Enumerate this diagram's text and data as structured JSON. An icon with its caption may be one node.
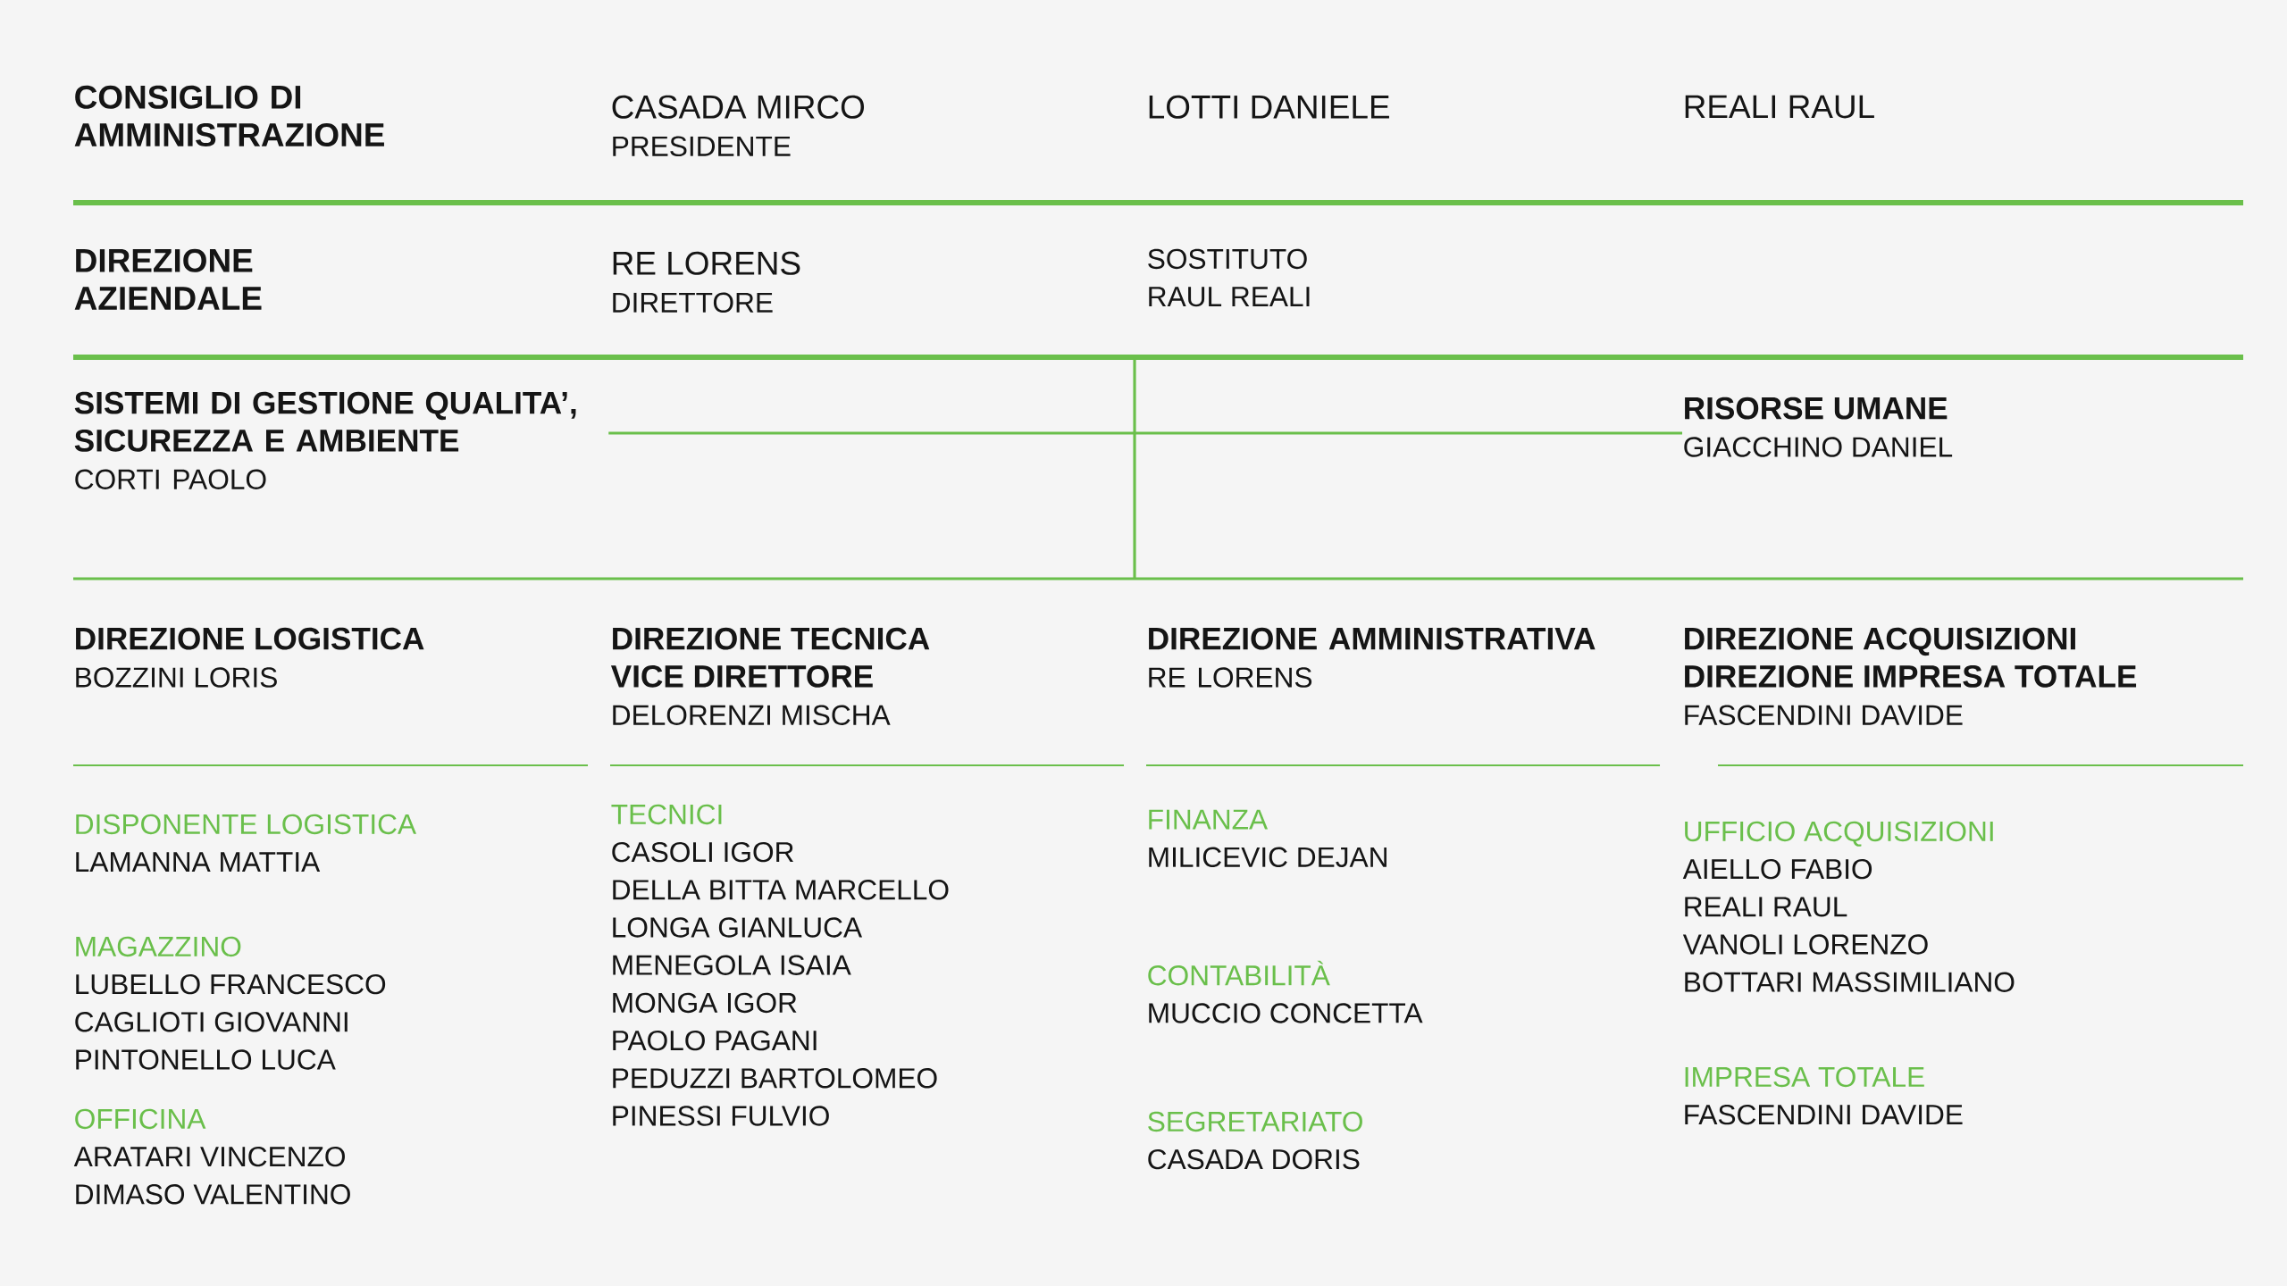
{
  "diagram": {
    "nodes": [
      {
        "text": [
          "CONSIGLIO DI AMMINISTRAZIONE"
        ]
      },
      {
        "text": [
          "CASADA MIRCO",
          "PRESIDENTE"
        ]
      },
      {
        "text": [
          "LOTTI DANIELE"
        ]
      },
      {
        "text": [
          "REALI RAUL"
        ]
      },
      {
        "text": [
          "DIREZIONE AZIENDALE"
        ]
      },
      {
        "text": [
          "RE LORENS",
          "DIRETTORE"
        ]
      },
      {
        "text": [
          "SOSTITUTO",
          "RAUL REALI"
        ]
      },
      {
        "text": [
          "SISTEMI DI GESTIONE QUALITA’, SICUREZZA E AMBIENTE",
          "CORTI PAOLO"
        ]
      },
      {
        "text": [
          "RISORSE UMANE",
          "GIACCHINO DANIEL"
        ]
      },
      {
        "text": [
          "DIREZIONE LOGISTICA",
          "BOZZINI LORIS"
        ]
      },
      {
        "text": [
          "DIREZIONE TECNICA",
          "VICE DIRETTORE",
          "DELORENZI MISCHA"
        ]
      },
      {
        "text": [
          "DIREZIONE AMMINISTRATIVA",
          "RE LORENS"
        ]
      },
      {
        "text": [
          "DIREZIONE ACQUISIZIONI",
          "DIREZIONE IMPRESA TOTALE",
          "FASCENDINI DAVIDE"
        ]
      },
      {
        "text": [
          "DISPONENTE LOGISTICA",
          "LAMANNA MATTIA"
        ]
      },
      {
        "text": [
          "MAGAZZINO",
          "LUBELLO FRANCESCO",
          "CAGLIOTI GIOVANNI",
          "PINTONELLO LUCA"
        ]
      },
      {
        "text": [
          "OFFICINA",
          "ARATARI VINCENZO",
          "DIMASO VALENTINO"
        ]
      },
      {
        "text": [
          "TECNICI",
          "CASOLI IGOR",
          "DELLA BITTA MARCELLO",
          "LONGA GIANLUCA",
          "MENEGOLA ISAIA",
          "MONGA IGOR",
          "PAOLO PAGANI",
          "PEDUZZI BARTOLOMEO",
          "PINESSI FULVIO"
        ]
      },
      {
        "text": [
          "FINANZA",
          "MILICEVIC DEJAN"
        ]
      },
      {
        "text": [
          "CONTABILITÀ",
          "MUCCIO CONCETTA"
        ]
      },
      {
        "text": [
          "SEGRETARIATO",
          "CASADA DORIS"
        ]
      },
      {
        "text": [
          "UFFICIO ACQUISIZIONI",
          "AIELLO FABIO",
          "REALI RAUL",
          "VANOLI LORENZO",
          "BOTTARI MASSIMILIANO"
        ]
      },
      {
        "text": [
          "IMPRESA TOTALE",
          "FASCENDINI DAVIDE"
        ]
      }
    ],
    "edges": [
      {
        "from": 7,
        "to": 8,
        "arrow": "none"
      }
    ]
  }
}
